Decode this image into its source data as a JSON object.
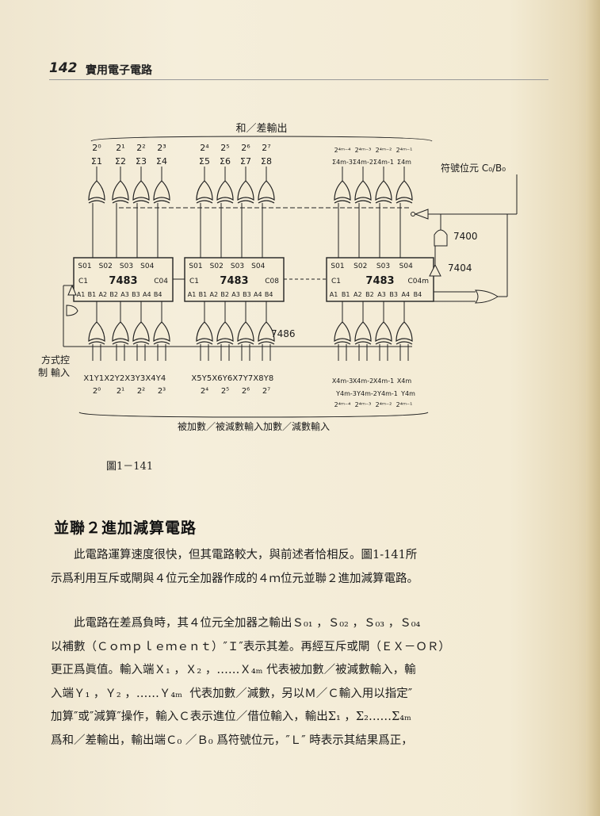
{
  "header": {
    "page_number": "142",
    "book_title": "實用電子電路"
  },
  "figure": {
    "caption": "圖1－141",
    "top_label": "和／差輸出",
    "bottom_label": "被加數／被減數輸入加數／減數輸入",
    "sign_label": "符號位元 C₀/B₀",
    "mode_label": "方式控制輸入",
    "mode_label_line1": "方式控",
    "mode_label_line2": "制 輸入",
    "gate_7400": "7400",
    "gate_7404": "7404",
    "gate_7486": "7486",
    "chips": [
      {
        "name": "7483",
        "pins_top": [
          "S01",
          "S02",
          "S03",
          "S04"
        ],
        "carry_in": "C1",
        "carry_out": "C04",
        "pins_bottom": [
          "A1",
          "B1",
          "A2",
          "B2",
          "A3",
          "B3",
          "A4",
          "B4"
        ]
      },
      {
        "name": "7483",
        "pins_top": [
          "S01",
          "S02",
          "S03",
          "S04"
        ],
        "carry_in": "C1",
        "carry_out": "C08",
        "pins_bottom": [
          "A1",
          "B1",
          "A2",
          "B2",
          "A3",
          "B3",
          "A4",
          "B4"
        ]
      },
      {
        "name": "7483",
        "pins_top": [
          "S01",
          "S02",
          "S03",
          "S04"
        ],
        "carry_in": "C1",
        "carry_out": "C04m",
        "pins_bottom": [
          "A1",
          "B1",
          "A2",
          "B2",
          "A3",
          "B3",
          "A4",
          "B4"
        ]
      }
    ],
    "sum_groups": [
      {
        "weights": [
          "2⁰",
          "2¹",
          "2²",
          "2³"
        ],
        "outputs": [
          "Σ1",
          "Σ2",
          "Σ3",
          "Σ4"
        ]
      },
      {
        "weights": [
          "2⁴",
          "2⁵",
          "2⁶",
          "2⁷"
        ],
        "outputs": [
          "Σ5",
          "Σ6",
          "Σ7",
          "Σ8"
        ]
      },
      {
        "weights": [
          "2⁴ᵐ⁻⁴",
          "2⁴ᵐ⁻³",
          "2⁴ᵐ⁻²",
          "2⁴ᵐ⁻¹"
        ],
        "outputs": [
          "Σ4m-3",
          "Σ4m-2",
          "Σ4m-1",
          "Σ4m"
        ]
      }
    ],
    "input_groups": [
      {
        "inputs": [
          "X1",
          "Y1",
          "X2",
          "Y2",
          "X3",
          "Y3",
          "X4",
          "Y4"
        ],
        "weights": [
          "2⁰",
          "2¹",
          "2²",
          "2³"
        ]
      },
      {
        "inputs": [
          "X5",
          "Y5",
          "X6",
          "Y6",
          "X7",
          "Y7",
          "X8",
          "Y8"
        ],
        "weights": [
          "2⁴",
          "2⁵",
          "2⁶",
          "2⁷"
        ]
      },
      {
        "inputs": [
          "X4m-3",
          "X4m-2",
          "X4m-1",
          "X4m"
        ],
        "inputs2": [
          "Y4m-3",
          "Y4m-2",
          "Y4m-1",
          "Y4m"
        ],
        "weights": [
          "2⁴ᵐ⁻⁴",
          "2⁴ᵐ⁻³",
          "2⁴ᵐ⁻²",
          "2⁴ᵐ⁻¹"
        ]
      }
    ]
  },
  "section": {
    "heading": "並聯２進加減算電路",
    "paragraph1": "　　此電路運算速度很快，但其電路較大，與前述者恰相反。圖1-141所\n示爲利用互斥或閘與４位元全加器作成的４ｍ位元並聯２進加減算電路。",
    "paragraph2": "　　此電路在差爲負時，其４位元全加器之輸出Ｓ₀₁ ，Ｓ₀₂ ，Ｓ₀₃ ，Ｓ₀₄\n以補數（Ｃｏｍｐｌｅｍｅｎｔ）″Ｉ″表示其差。再經互斥或閘（ＥＸ－ＯＲ）\n更正爲眞值。輸入端Ｘ₁ ，Ｘ₂ ，……Ｘ₄ₘ 代表被加數／被減數輸入，輸\n入端Ｙ₁ ，Ｙ₂ ，……Ｙ₄ₘ  代表加數／減數，另以Ｍ／Ｃ輸入用以指定″\n加算″或″減算″操作，輸入Ｃ表示進位／借位輸入，輸出Σ₁ ，Σ₂……Σ₄ₘ\n爲和／差輸出，輸出端Ｃ₀ ／Ｂ₀ 爲符號位元，″Ｌ″ 時表示其結果爲正，"
  }
}
